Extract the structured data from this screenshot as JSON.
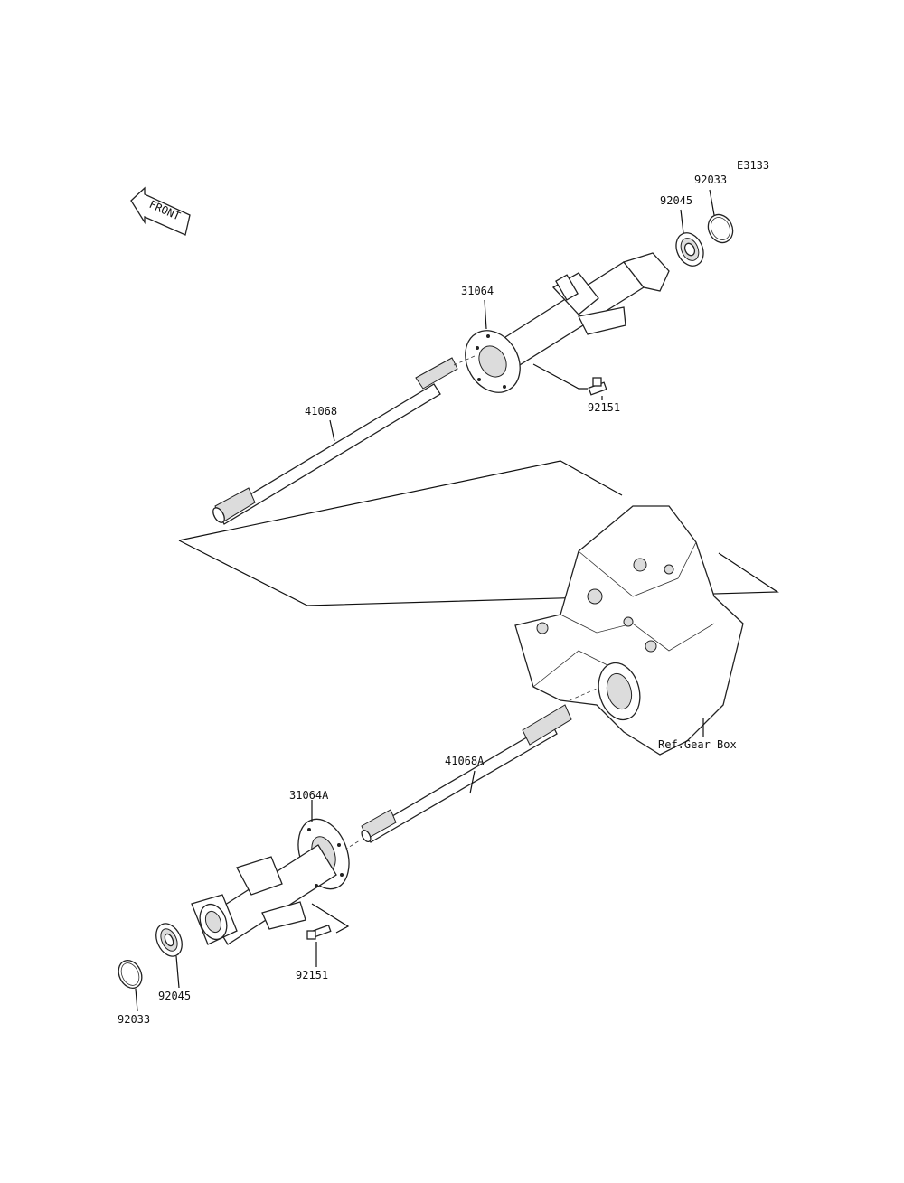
{
  "diagram_code": "E3133",
  "front_label": "FRONT",
  "parts": {
    "ring_top": "92033",
    "bearing_top": "92045",
    "housing_top": "31064",
    "bolt_top": "92151",
    "shaft_top": "41068",
    "gearbox": "Ref.Gear Box",
    "shaft_bottom": "41068A",
    "housing_bottom": "31064A",
    "bolt_bottom": "92151",
    "bearing_bottom": "92045",
    "ring_bottom": "92033"
  }
}
